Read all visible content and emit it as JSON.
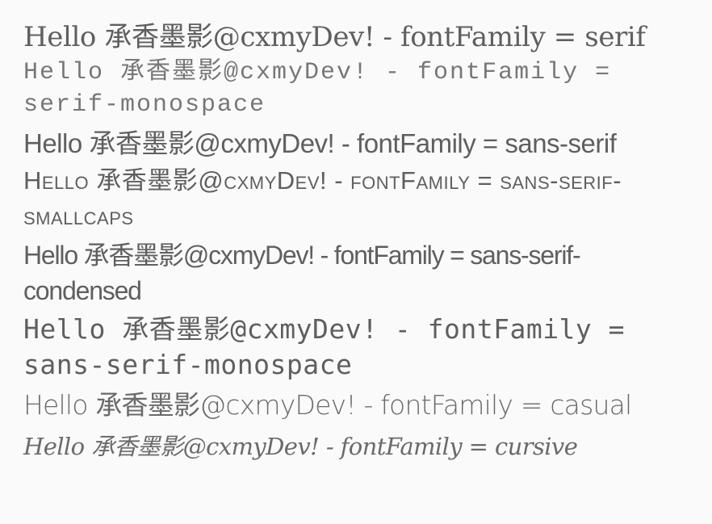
{
  "lines": {
    "serif": "Hello 承香墨影@cxmyDev! - fontFamily = serif",
    "serif_monospace": "Hello 承香墨影@cxmyDev! - fontFamily = serif-monospace",
    "sans_serif": "Hello 承香墨影@cxmyDev! - fontFamily = sans-serif",
    "sans_serif_smallcaps": "Hello 承香墨影@cxmyDev! - fontFamily = sans-serif-smallcaps",
    "sans_serif_condensed": "Hello 承香墨影@cxmyDev! - fontFamily = sans-serif-condensed",
    "sans_serif_monospace": "Hello 承香墨影@cxmyDev! - fontFamily = sans-serif-monospace",
    "casual": "Hello 承香墨影@cxmyDev! - fontFamily = casual",
    "cursive": "Hello 承香墨影@cxmyDev! - fontFamily = cursive"
  },
  "colors": {
    "background": "#fafafa",
    "text": "#5f5f5f"
  }
}
